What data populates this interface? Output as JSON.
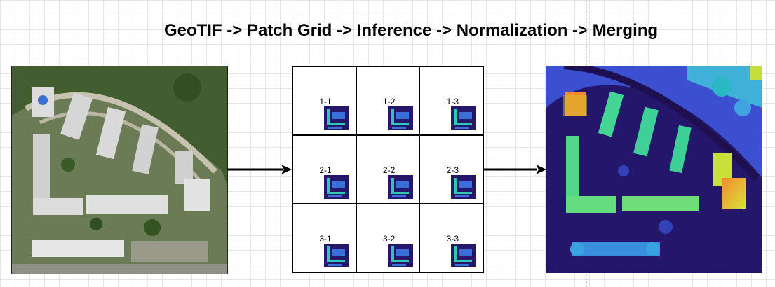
{
  "title": "GeoTIF -> Patch Grid -> Inference -> Normalization -> Merging",
  "panels": {
    "input": "satellite-image",
    "output": "height-heatmap"
  },
  "patch_grid": {
    "cells": [
      {
        "label": "1-1"
      },
      {
        "label": "1-2"
      },
      {
        "label": "1-3"
      },
      {
        "label": "2-1"
      },
      {
        "label": "2-2"
      },
      {
        "label": "2-3"
      },
      {
        "label": "3-1"
      },
      {
        "label": "3-2"
      },
      {
        "label": "3-3"
      }
    ]
  },
  "colors": {
    "arrow": "#000000",
    "heatmap_low": "#23135f",
    "heatmap_mid": "#2ec7b4",
    "heatmap_high": "#f28a2e"
  }
}
